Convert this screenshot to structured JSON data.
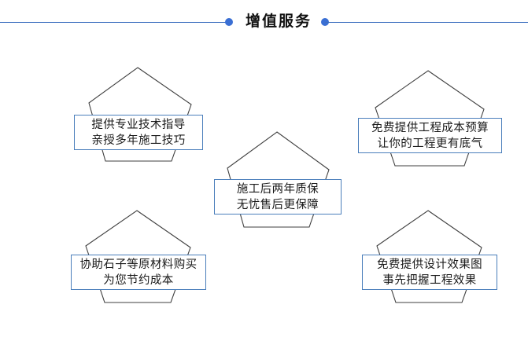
{
  "header": {
    "title": "增值服务",
    "accent_color": "#3a6fd4",
    "rule_color": "#3d6fbf",
    "left_dot": "bullet-dot",
    "right_dot": "bullet-dot"
  },
  "style": {
    "pentagon_stroke": "#3f3f3f",
    "label_border": "#4a7ebb",
    "background": "#ffffff",
    "text_color": "#1a1a1a"
  },
  "cards": [
    {
      "id": "tech-guidance",
      "line1": "提供专业技术指导",
      "line2": "亲授多年施工技巧"
    },
    {
      "id": "cost-budget",
      "line1": "免费提供工程成本预算",
      "line2": "让你的工程更有底气"
    },
    {
      "id": "warranty",
      "line1": "施工后两年质保",
      "line2": "无忧售后更保障"
    },
    {
      "id": "material-purchase",
      "line1": "协助石子等原材料购买",
      "line2": "为您节约成本"
    },
    {
      "id": "design-rendering",
      "line1": "免费提供设计效果图",
      "line2": "事先把握工程效果"
    }
  ]
}
